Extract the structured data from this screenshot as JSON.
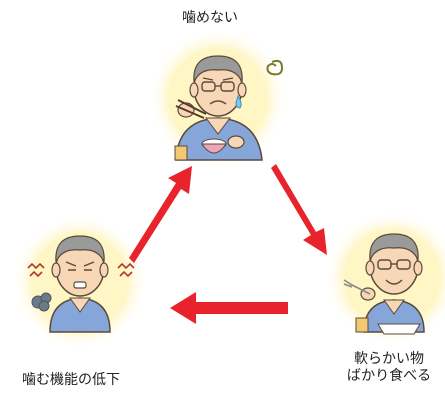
{
  "nodes": {
    "top": {
      "label": "噛めない"
    },
    "left": {
      "label": "噛む機能の低下"
    },
    "right": {
      "label_line1": "軟らかい物",
      "label_line2": "ばかり食べる"
    }
  },
  "colors": {
    "arrow": "#e8232b",
    "glow": "#fff3b0",
    "shirt": "#86a6d9",
    "skin": "#f7d7b5",
    "hair": "#9a9a9a",
    "outline": "#5a4a3a"
  },
  "icons": [
    "cycle-arrow-icon",
    "glasses-icon",
    "sweat-drop-icon",
    "dizzy-swirl-icon",
    "chopsticks-icon",
    "rice-bowl-icon",
    "cup-icon",
    "fork-icon",
    "plate-icon",
    "pain-mark-icon",
    "breath-puff-icon"
  ]
}
